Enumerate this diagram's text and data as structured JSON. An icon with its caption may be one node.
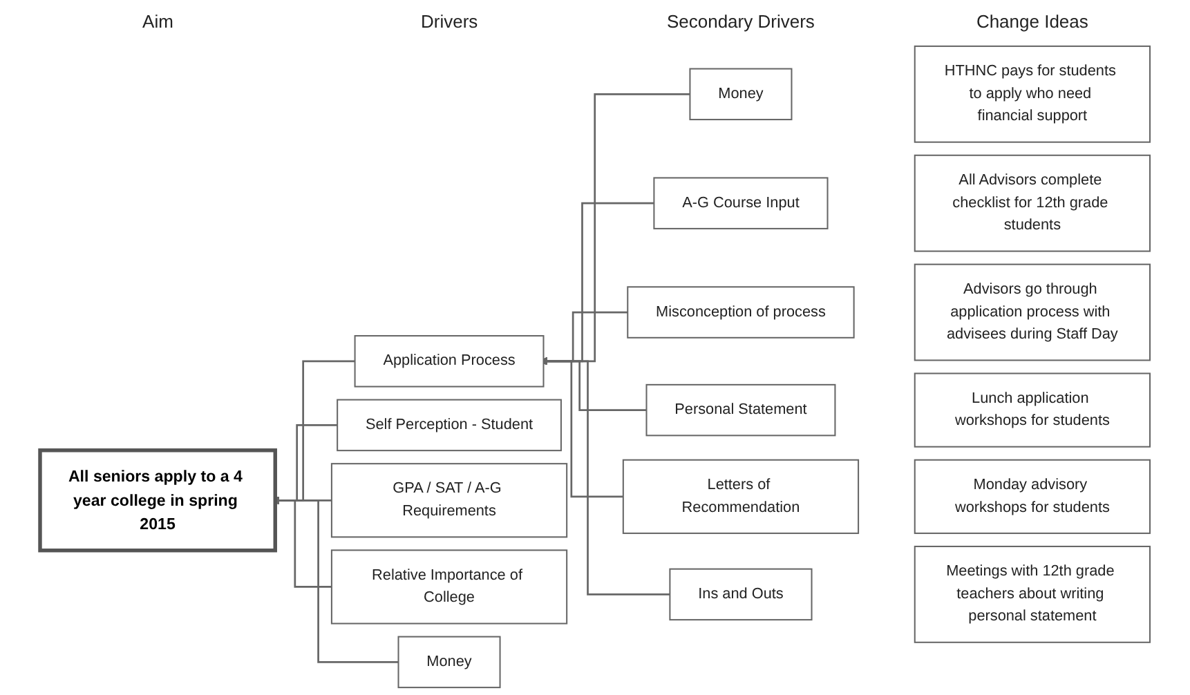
{
  "diagram": {
    "nodes": [
      {
        "text": [
          "All seniors apply to a 4 year college in spring 2015"
        ]
      },
      {
        "text": [
          "Application Process"
        ]
      },
      {
        "text": [
          "Self Perception - Student"
        ]
      },
      {
        "text": [
          "GPA / SAT / A-G Requirements"
        ]
      },
      {
        "text": [
          "Relative Importance of College"
        ]
      },
      {
        "text": [
          "Money"
        ]
      },
      {
        "text": [
          "Money"
        ]
      },
      {
        "text": [
          "A-G Course Input"
        ]
      },
      {
        "text": [
          "Misconception of process"
        ]
      },
      {
        "text": [
          "Personal Statement"
        ]
      },
      {
        "text": [
          "Letters of Recommendation"
        ]
      },
      {
        "text": [
          "Ins and Outs"
        ]
      },
      {
        "text": [
          "HTHNC pays for students to apply who need financial support"
        ]
      },
      {
        "text": [
          "All Advisors complete checklist for 12th grade students"
        ]
      },
      {
        "text": [
          "Advisors go through application process with advisees during Staff Day"
        ]
      },
      {
        "text": [
          "Lunch application workshops for students"
        ]
      },
      {
        "text": [
          "Monday advisory workshops for students"
        ]
      },
      {
        "text": [
          "Meetings with 12th grade teachers about writing personal statement"
        ]
      }
    ],
    "edges": [
      {
        "from": 1,
        "to": 0,
        "arrow": "to"
      },
      {
        "from": 2,
        "to": 0,
        "arrow": "to"
      },
      {
        "from": 3,
        "to": 0,
        "arrow": "to"
      },
      {
        "from": 4,
        "to": 0,
        "arrow": "to"
      },
      {
        "from": 5,
        "to": 0,
        "arrow": "to"
      },
      {
        "from": 6,
        "to": 1,
        "arrow": "to"
      },
      {
        "from": 7,
        "to": 1,
        "arrow": "to"
      },
      {
        "from": 8,
        "to": 1,
        "arrow": "to"
      },
      {
        "from": 9,
        "to": 1,
        "arrow": "to"
      },
      {
        "from": 10,
        "to": 1,
        "arrow": "to"
      },
      {
        "from": 11,
        "to": 1,
        "arrow": "to"
      }
    ],
    "labels": [
      "Drivers",
      "Secondary Drivers",
      "Change Ideas",
      "Aim"
    ]
  }
}
